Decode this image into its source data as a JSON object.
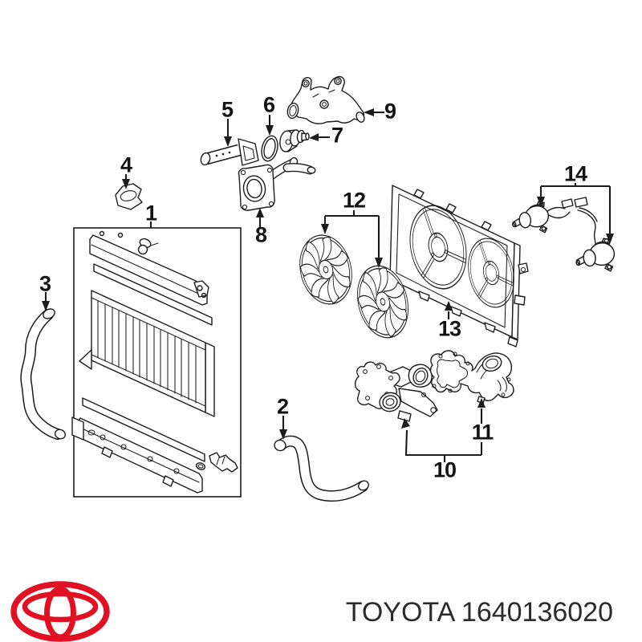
{
  "page": {
    "background": "#ffffff"
  },
  "colors": {
    "line": "#1c1c1c",
    "label": "#141414"
  },
  "diagram": {
    "callouts": [
      {
        "id": 1,
        "label": "1"
      },
      {
        "id": 2,
        "label": "2"
      },
      {
        "id": 3,
        "label": "3"
      },
      {
        "id": 4,
        "label": "4"
      },
      {
        "id": 5,
        "label": "5"
      },
      {
        "id": 6,
        "label": "6"
      },
      {
        "id": 7,
        "label": "7"
      },
      {
        "id": 8,
        "label": "8"
      },
      {
        "id": 9,
        "label": "9"
      },
      {
        "id": 10,
        "label": "10"
      },
      {
        "id": 11,
        "label": "11"
      },
      {
        "id": 12,
        "label": "12"
      },
      {
        "id": 13,
        "label": "13"
      },
      {
        "id": 14,
        "label": "14"
      }
    ]
  },
  "footer": {
    "caption": "TOYOTA 1640136020",
    "logo": "toyota-logo",
    "logo_color": "#E01122",
    "caption_color": "#2b2b2b"
  }
}
